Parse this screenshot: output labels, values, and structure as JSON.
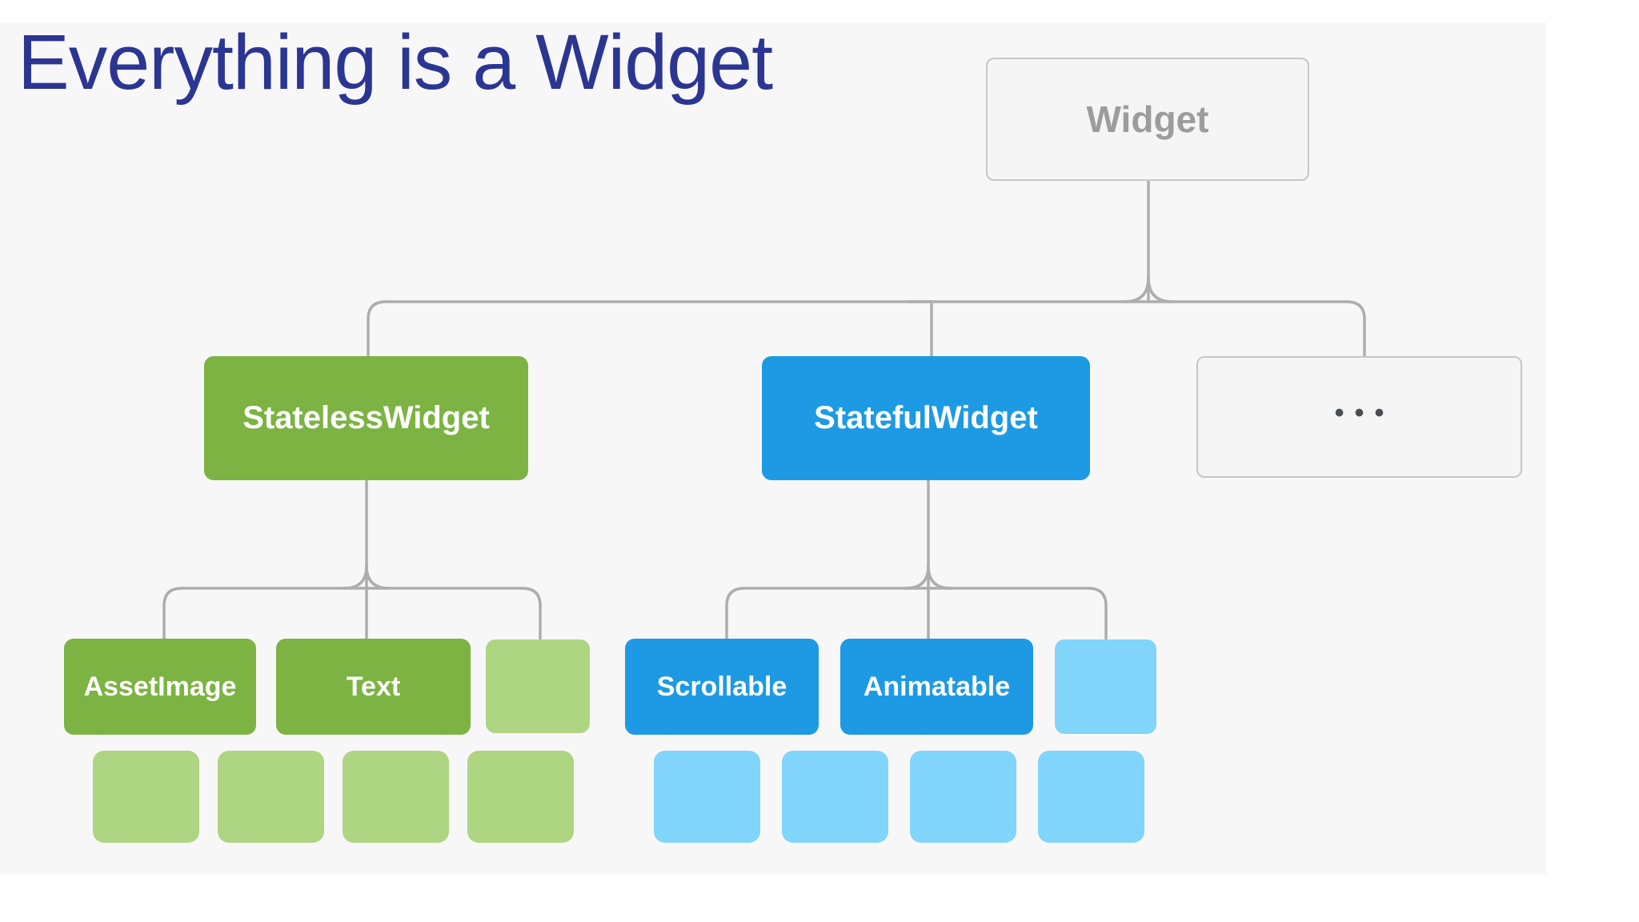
{
  "slide": {
    "title": "Everything is a Widget"
  },
  "colors": {
    "title_text": "#2B3692",
    "green": "#7CB342",
    "green_light": "#AED581",
    "blue": "#1D9AE3",
    "blue_light": "#81D4FA",
    "neutral_box_bg": "#F5F5F6",
    "neutral_box_border": "#C7C7CA",
    "neutral_box_text": "#9C9C9C",
    "connector_line": "#ADADAD",
    "slide_background": "#F8F7F8"
  },
  "tree": {
    "root": {
      "label": "Widget"
    },
    "branches": [
      {
        "label": "StatelessWidget",
        "children": [
          "AssetImage",
          "Text",
          ""
        ]
      },
      {
        "label": "StatefulWidget",
        "children": [
          "Scrollable",
          "Animatable",
          ""
        ]
      },
      {
        "label": "•••",
        "children": []
      }
    ]
  },
  "tiles": {
    "green": {
      "count": 4
    },
    "blue": {
      "count": 4
    }
  }
}
